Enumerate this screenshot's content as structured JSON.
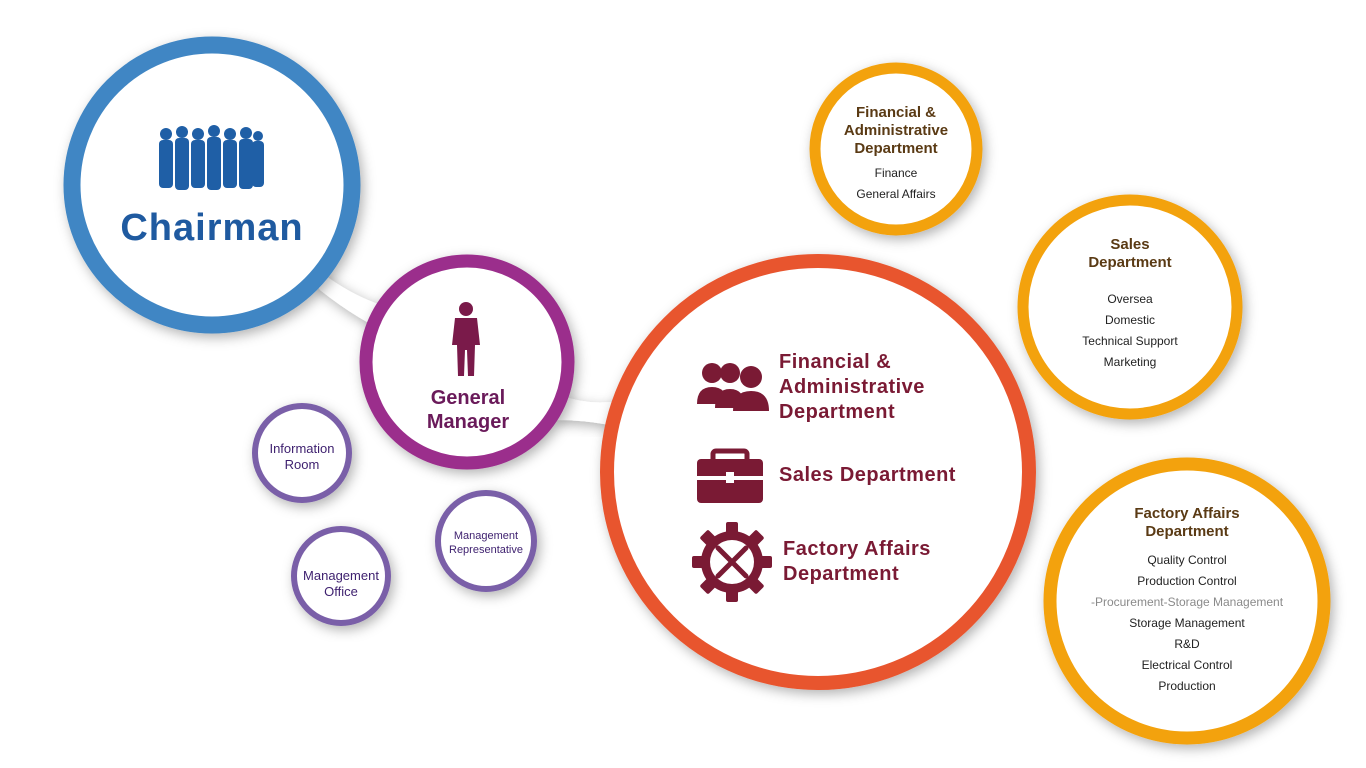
{
  "chairman": {
    "title": "Chairman"
  },
  "general_manager": {
    "title_line1": "General",
    "title_line2": "Manager"
  },
  "gm_units": {
    "information_room": [
      "Information",
      "Room"
    ],
    "management_office": [
      "Management",
      "Office"
    ],
    "management_representative": [
      "Management",
      "Representative"
    ]
  },
  "main_departments": {
    "financial": [
      "Financial &",
      "Administrative",
      "Department"
    ],
    "sales": "Sales Department",
    "factory": [
      "Factory Affairs",
      "Department"
    ]
  },
  "detail": {
    "financial": {
      "title": [
        "Financial &",
        "Administrative",
        "Department"
      ],
      "items": [
        "Finance",
        "General Affairs"
      ]
    },
    "sales": {
      "title": [
        "Sales",
        "Department"
      ],
      "items": [
        "Oversea",
        "Domestic",
        "Technical Support",
        "Marketing"
      ]
    },
    "factory": {
      "title": [
        "Factory Affairs",
        "Department"
      ],
      "items": [
        "Quality Control",
        "Production Control",
        "-Procurement-Storage Management",
        "Storage Management",
        "R&D",
        "Electrical Control",
        "Production"
      ]
    }
  },
  "colors": {
    "chairman": "#3f86c4",
    "general_manager": "#9b2d8c",
    "gm_unit": "#7a5fa8",
    "core": "#e8542e",
    "department": "#f3a20e",
    "icon_maroon": "#7a1a34",
    "people_blue": "#1f5fa6"
  }
}
